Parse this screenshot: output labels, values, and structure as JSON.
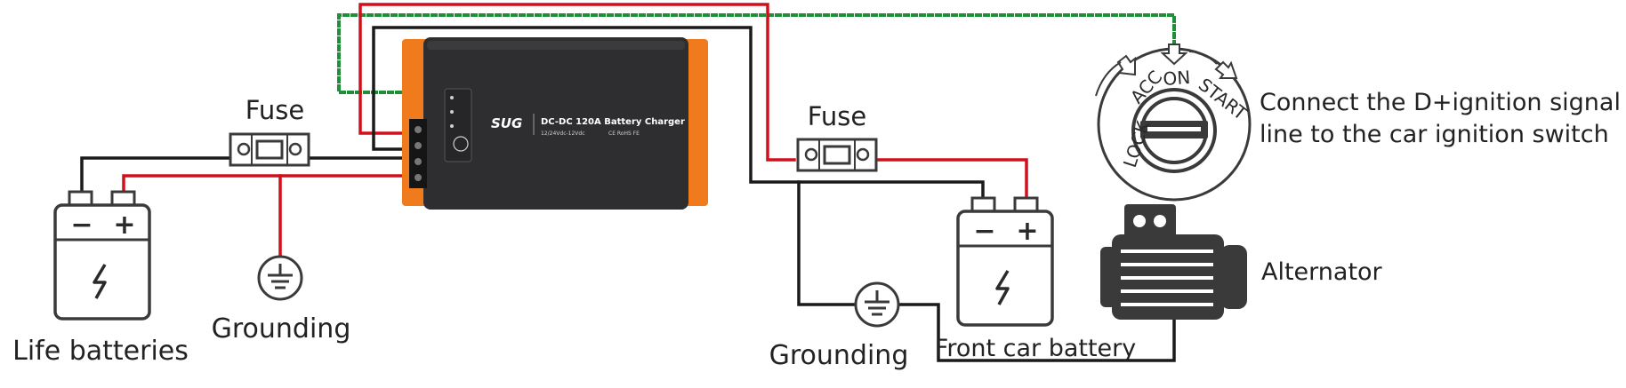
{
  "diagram": {
    "labels": {
      "fuse_left": "Fuse",
      "fuse_right": "Fuse",
      "life_batteries": "Life batteries",
      "grounding_left": "Grounding",
      "grounding_right": "Grounding",
      "front_car_battery": "Front car battery",
      "alternator": "Alternator",
      "note_line1": "Connect the D+ignition signal",
      "note_line2": "line to the car ignition switch"
    },
    "charger": {
      "brand": "SUG",
      "model": "DC-DC 120A Battery Charger",
      "rating": "12/24Vdc-12Vdc",
      "certs": "CE RoHS FE"
    },
    "battery_terminals": {
      "negative": "−",
      "positive": "+"
    },
    "ignition_switch": {
      "positions": [
        "LOCK",
        "ACC",
        "ON",
        "START"
      ]
    },
    "colors": {
      "positive_wire": "#d0101c",
      "negative_wire": "#1a1a1a",
      "signal_wire": "#1f8f3a",
      "charger_body": "#2e2e30",
      "charger_flange": "#f07b1c",
      "icon_stroke": "#3a3a3a"
    }
  }
}
